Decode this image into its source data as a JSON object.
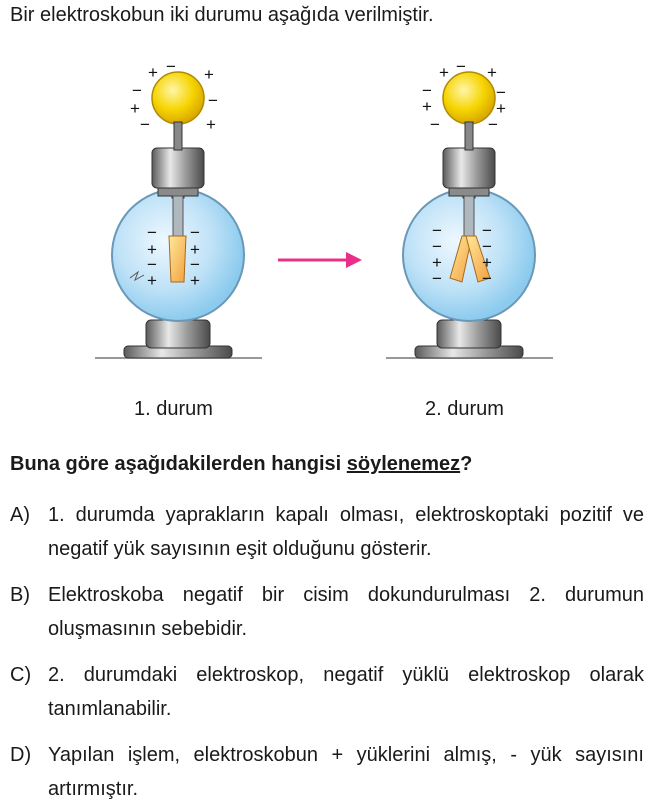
{
  "intro": "Bir elektroskobun iki durumu aşağıda verilmiştir.",
  "figure": {
    "caption_1": "1. durum",
    "caption_2": "2. durum",
    "arrow_color": "#e8308a",
    "signs": {
      "plus": "+",
      "minus": "−"
    }
  },
  "question": {
    "before": "Buna göre aşağıdakilerden hangisi ",
    "underlined": "söylenemez",
    "after": "?"
  },
  "options": [
    {
      "letter": "A)",
      "text": "1. durumda yaprakların kapalı olması, elektroskoptaki pozitif ve negatif yük sayısının eşit olduğunu gösterir."
    },
    {
      "letter": "B)",
      "text": "Elektroskoba negatif bir cisim dokundurulması 2. durumun oluşmasının sebebidir."
    },
    {
      "letter": "C)",
      "text": "2. durumdaki elektroskop, negatif yüklü elektroskop olarak tanımlanabilir."
    },
    {
      "letter": "D)",
      "text": "Yapılan işlem, elektroskobun + yüklerini almış, - yük sayısını artırmıştır."
    }
  ]
}
